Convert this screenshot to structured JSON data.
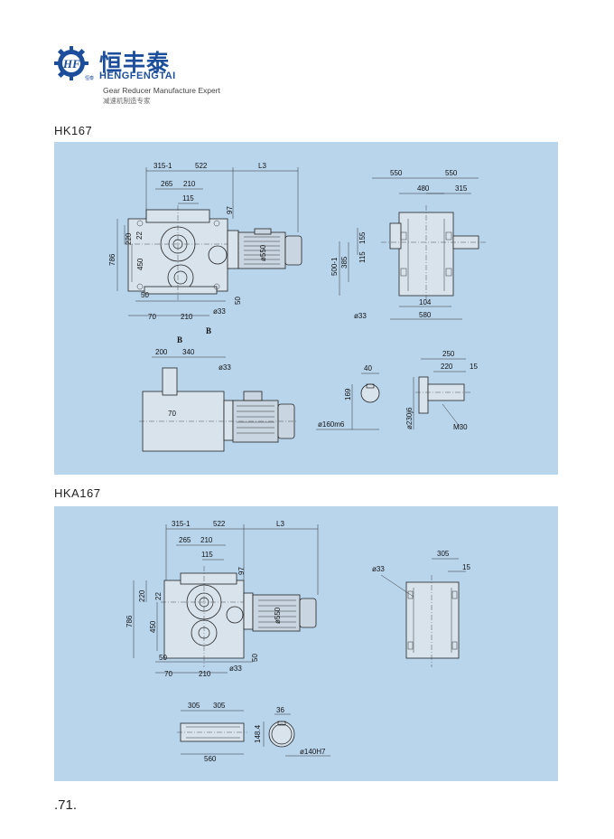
{
  "header": {
    "logo_mark_text": "HF",
    "logo_small_cn": "恒泰",
    "brand_cn": "恒丰泰",
    "brand_en": "HENGFENGTAI",
    "tagline_en": "Gear Reducer Manufacture Expert",
    "tagline_cn": "减速机制造专家"
  },
  "sections": [
    {
      "title": "HK167",
      "front_view": {
        "dims": [
          "315-1",
          "522",
          "L3",
          "265",
          "210",
          "115",
          "220",
          "22",
          "786",
          "450",
          "97",
          "ø550",
          "50",
          "50",
          "70",
          "210",
          "ø33",
          "B"
        ]
      },
      "side_view": {
        "dims": [
          "550",
          "550",
          "480",
          "315",
          "155",
          "115",
          "385",
          "500-1",
          "104",
          "580",
          "ø33"
        ]
      },
      "view_b": {
        "label": "B",
        "dims": [
          "200",
          "340",
          "ø33",
          "70"
        ]
      },
      "shaft_end": {
        "dims": [
          "40",
          "169",
          "ø160m6"
        ]
      },
      "flange": {
        "dims": [
          "250",
          "220",
          "15",
          "ø230j6",
          "M30"
        ]
      }
    },
    {
      "title": "HKA167",
      "front_view": {
        "dims": [
          "315-1",
          "522",
          "L3",
          "265",
          "210",
          "115",
          "220",
          "22",
          "786",
          "450",
          "97",
          "ø550",
          "50",
          "50",
          "70",
          "210",
          "ø33"
        ]
      },
      "side_view": {
        "dims": [
          "305",
          "15",
          "ø33"
        ]
      },
      "hollow_shaft": {
        "dims": [
          "305",
          "305",
          "560"
        ]
      },
      "bore": {
        "dims": [
          "36",
          "148.4",
          "ø140H7"
        ]
      }
    }
  ],
  "footer": {
    "page_number": ".71."
  }
}
